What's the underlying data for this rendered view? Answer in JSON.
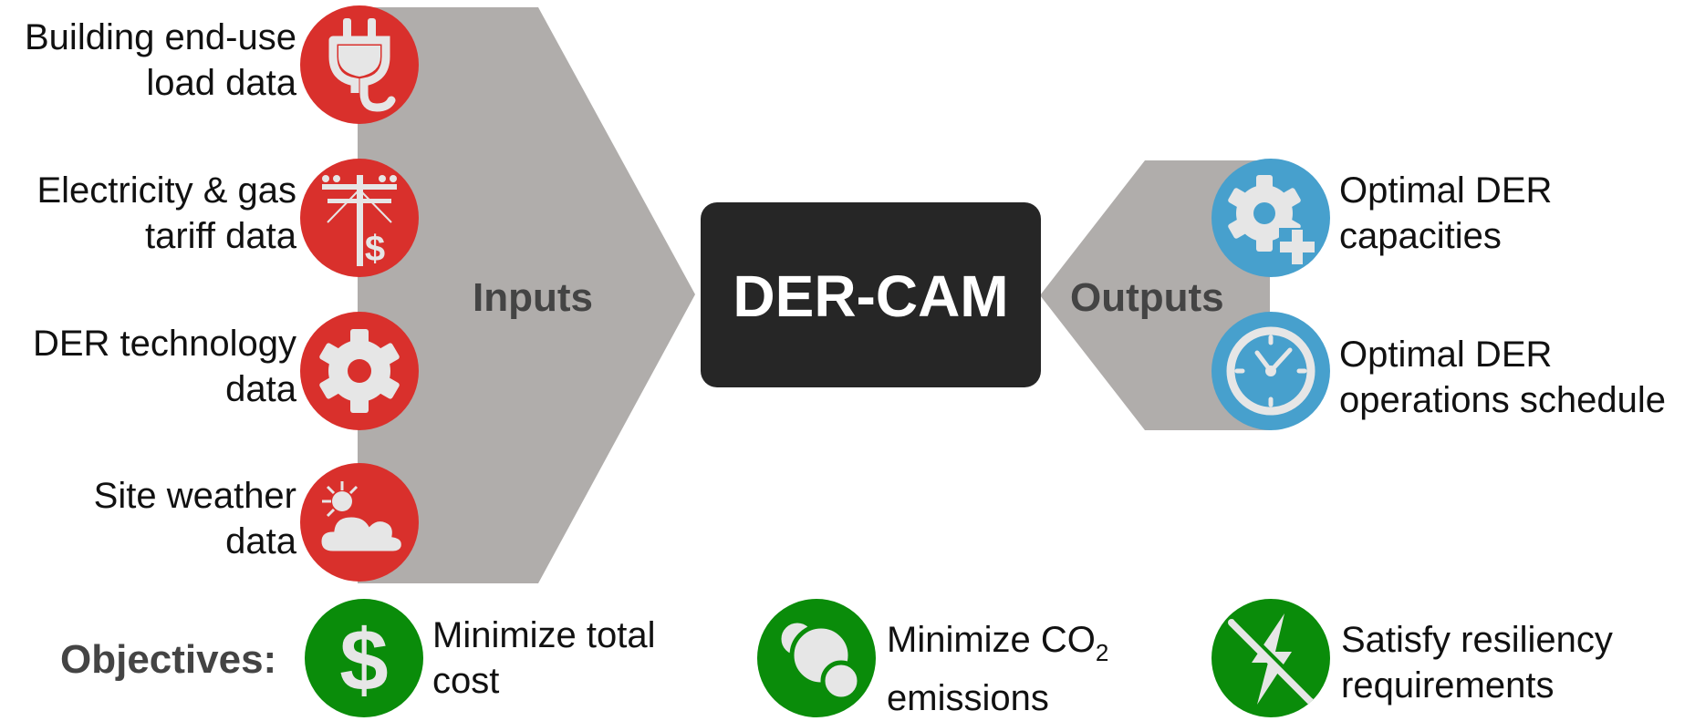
{
  "colors": {
    "input_red": "#d9302c",
    "output_blue": "#47a0cd",
    "objective_green": "#0a8c0a",
    "arrow_gray": "#b0adab",
    "center_box": "#262626",
    "icon_light": "#e6e6e6"
  },
  "center": {
    "title": "DER-CAM"
  },
  "inputs": {
    "arrow_label": "Inputs",
    "items": [
      {
        "line1": "Building end-use",
        "line2": "load data",
        "icon": "plug-icon"
      },
      {
        "line1": "Electricity & gas",
        "line2": "tariff data",
        "icon": "power-pole-dollar-icon"
      },
      {
        "line1": "DER technology",
        "line2": "data",
        "icon": "gear-icon"
      },
      {
        "line1": "Site weather",
        "line2": "data",
        "icon": "sun-cloud-icon"
      }
    ]
  },
  "outputs": {
    "arrow_label": "Outputs",
    "items": [
      {
        "line1": "Optimal DER",
        "line2": "capacities",
        "icon": "gear-plus-icon"
      },
      {
        "line1": "Optimal DER",
        "line2": "operations schedule",
        "icon": "clock-icon"
      }
    ]
  },
  "objectives": {
    "label": "Objectives:",
    "items": [
      {
        "line1": "Minimize total",
        "line2": "cost",
        "icon": "dollar-icon"
      },
      {
        "line1_main": "Minimize CO",
        "line1_sub": "2",
        "line2": "emissions",
        "icon": "co2-molecule-icon"
      },
      {
        "line1": "Satisfy resiliency",
        "line2": "requirements",
        "icon": "no-power-outage-icon"
      }
    ]
  }
}
